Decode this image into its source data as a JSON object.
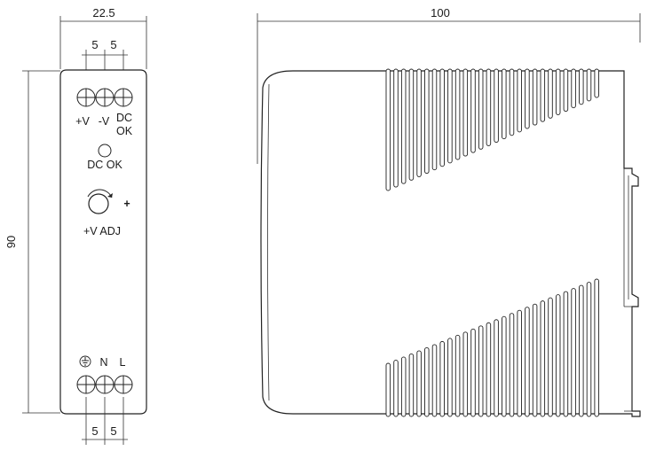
{
  "dimensions": {
    "front_width": "22.5",
    "terminal_pitch_top_1": "5",
    "terminal_pitch_top_2": "5",
    "terminal_pitch_bottom_1": "5",
    "terminal_pitch_bottom_2": "5",
    "height": "90",
    "side_depth": "100"
  },
  "labels": {
    "plus_v": "+V",
    "minus_v": "-V",
    "dc_ok_terminal_line1": "DC",
    "dc_ok_terminal_line2": "OK",
    "dc_ok_led": "DC OK",
    "adjust_plus": "+",
    "v_adj": "+V ADJ",
    "ground_symbol": "⏚",
    "neutral": "N",
    "line": "L"
  }
}
